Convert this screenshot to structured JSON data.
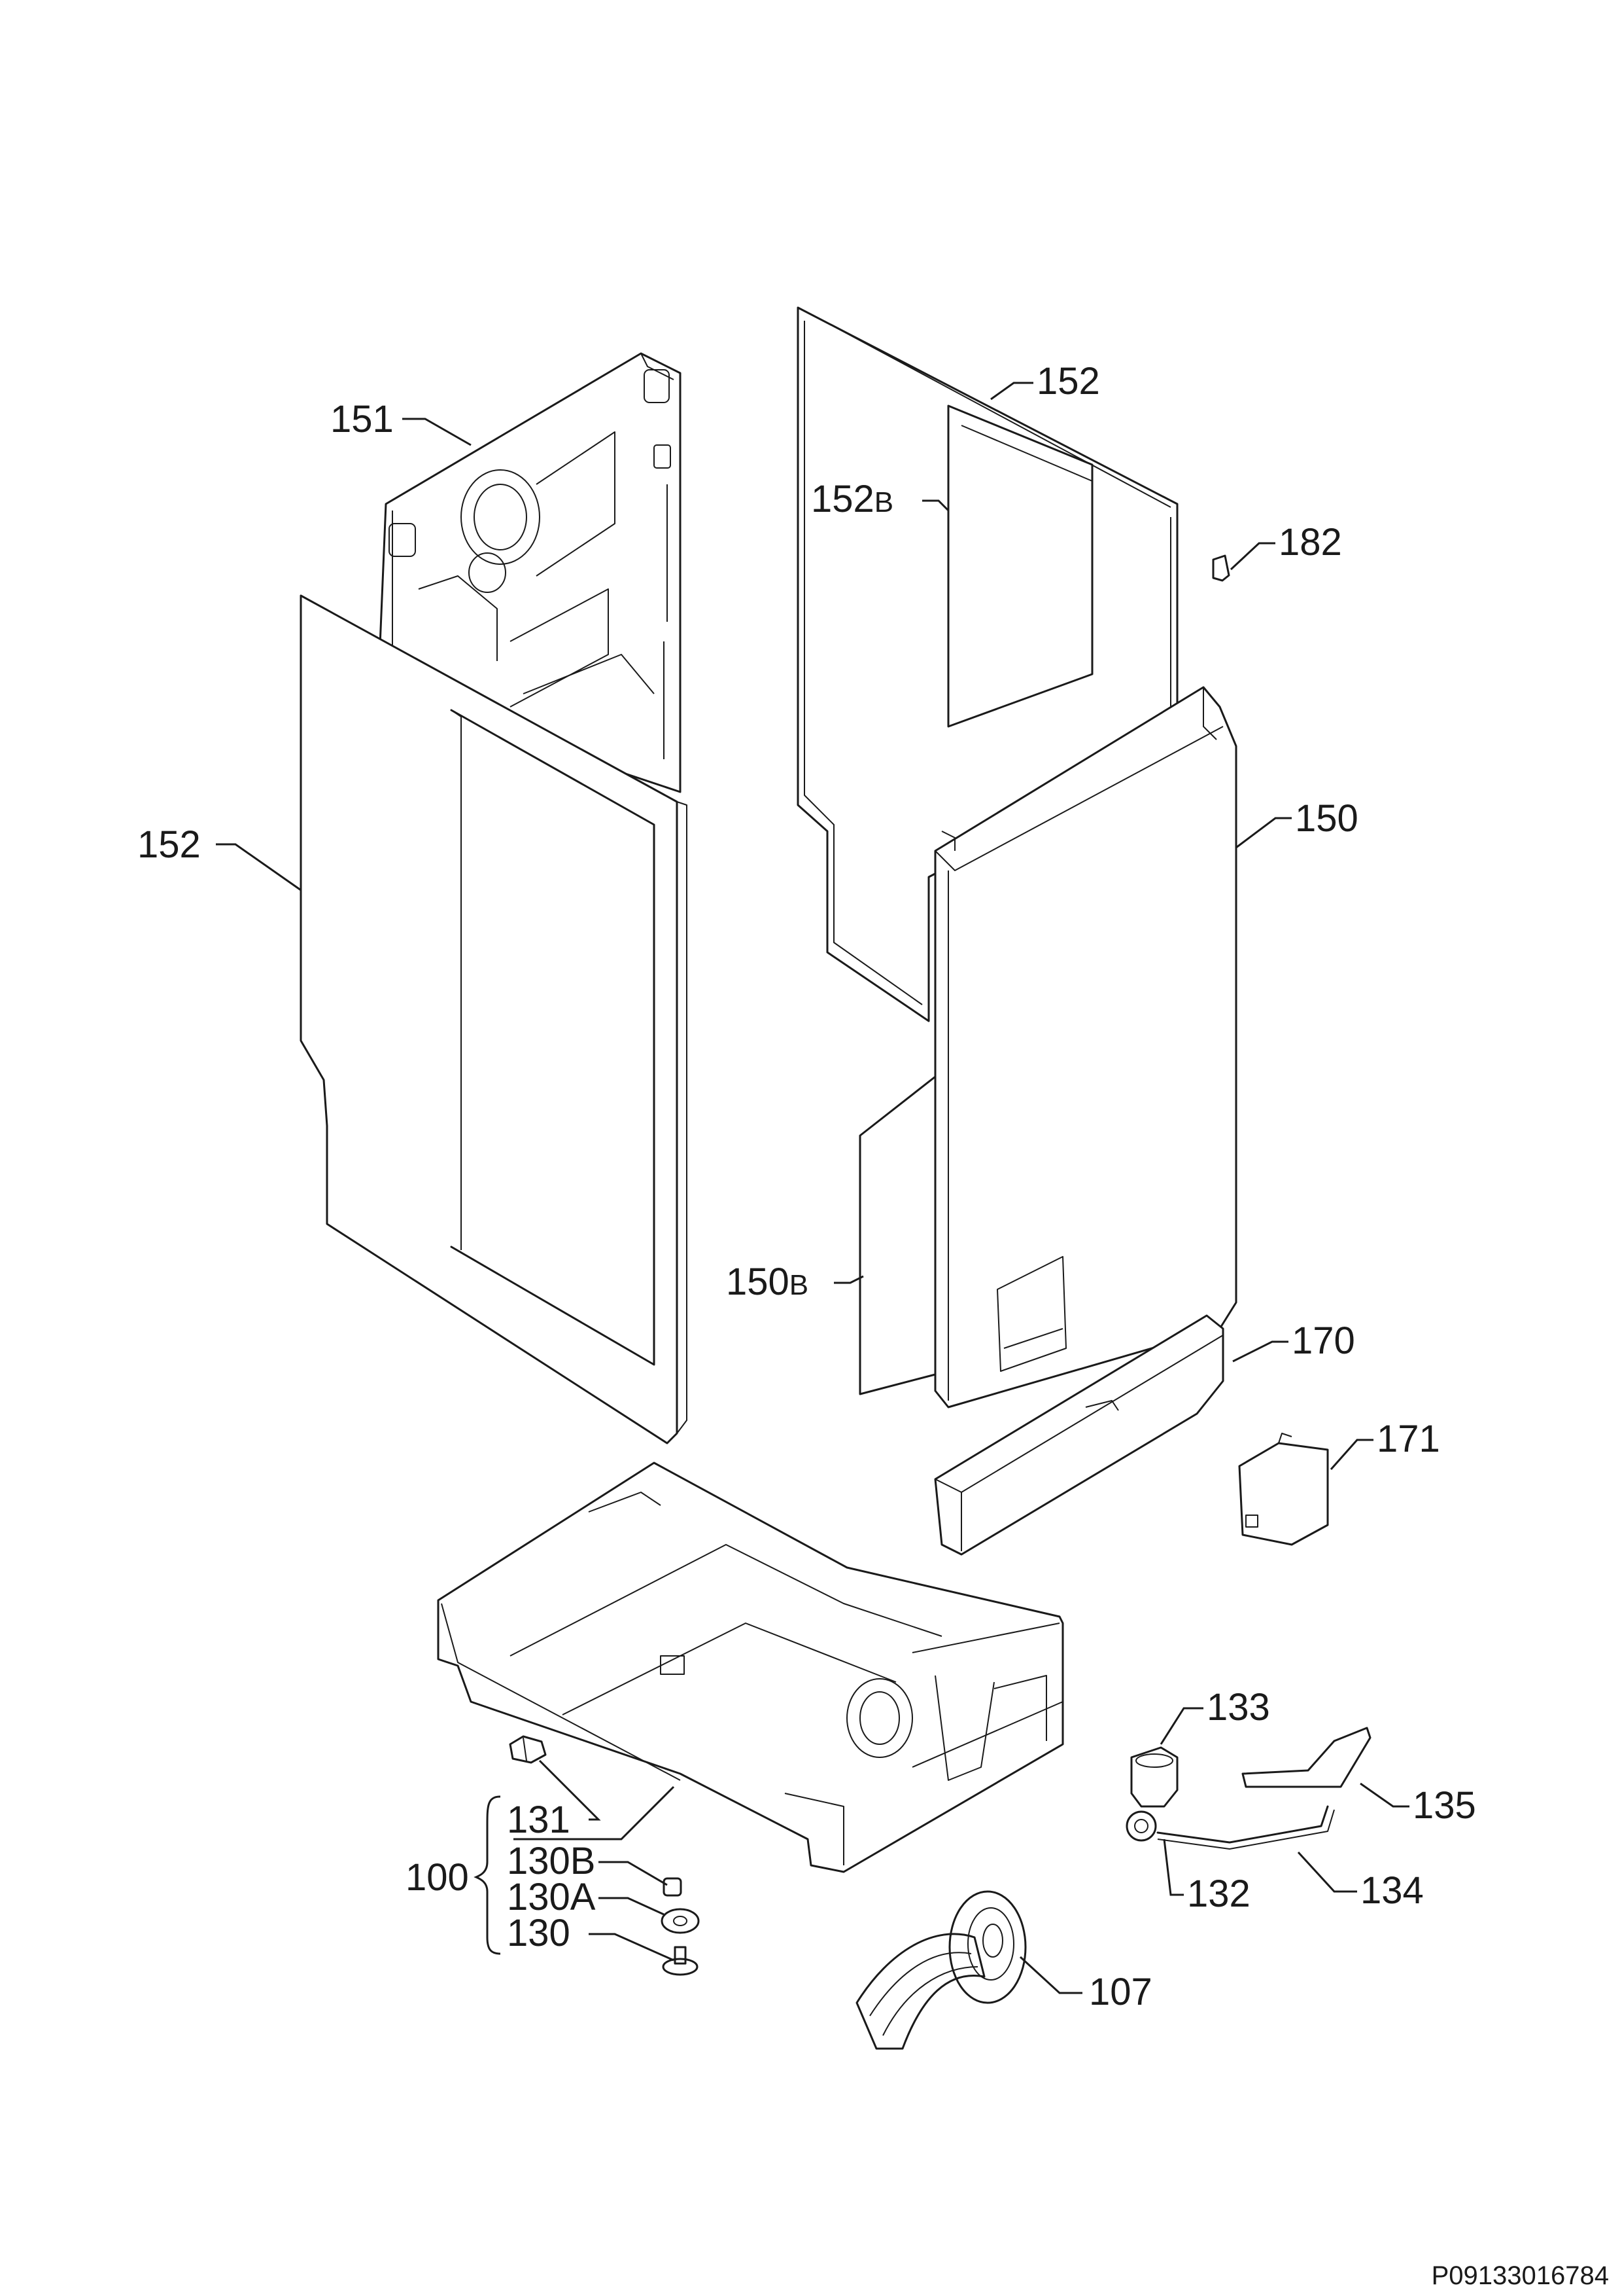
{
  "diagram_code": "P09133016784",
  "labels": {
    "l151": "151",
    "l152_left": "152",
    "l152_top": "152",
    "l152b_main": "152",
    "l152b_suffix": "B",
    "l182": "182",
    "l150": "150",
    "l150b_main": "150",
    "l150b_suffix": "B",
    "l170": "170",
    "l171": "171",
    "l133": "133",
    "l135": "135",
    "l132": "132",
    "l134": "134",
    "l131": "131",
    "l100": "100",
    "l130b": "130B",
    "l130a": "130A",
    "l130": "130",
    "l107": "107"
  }
}
